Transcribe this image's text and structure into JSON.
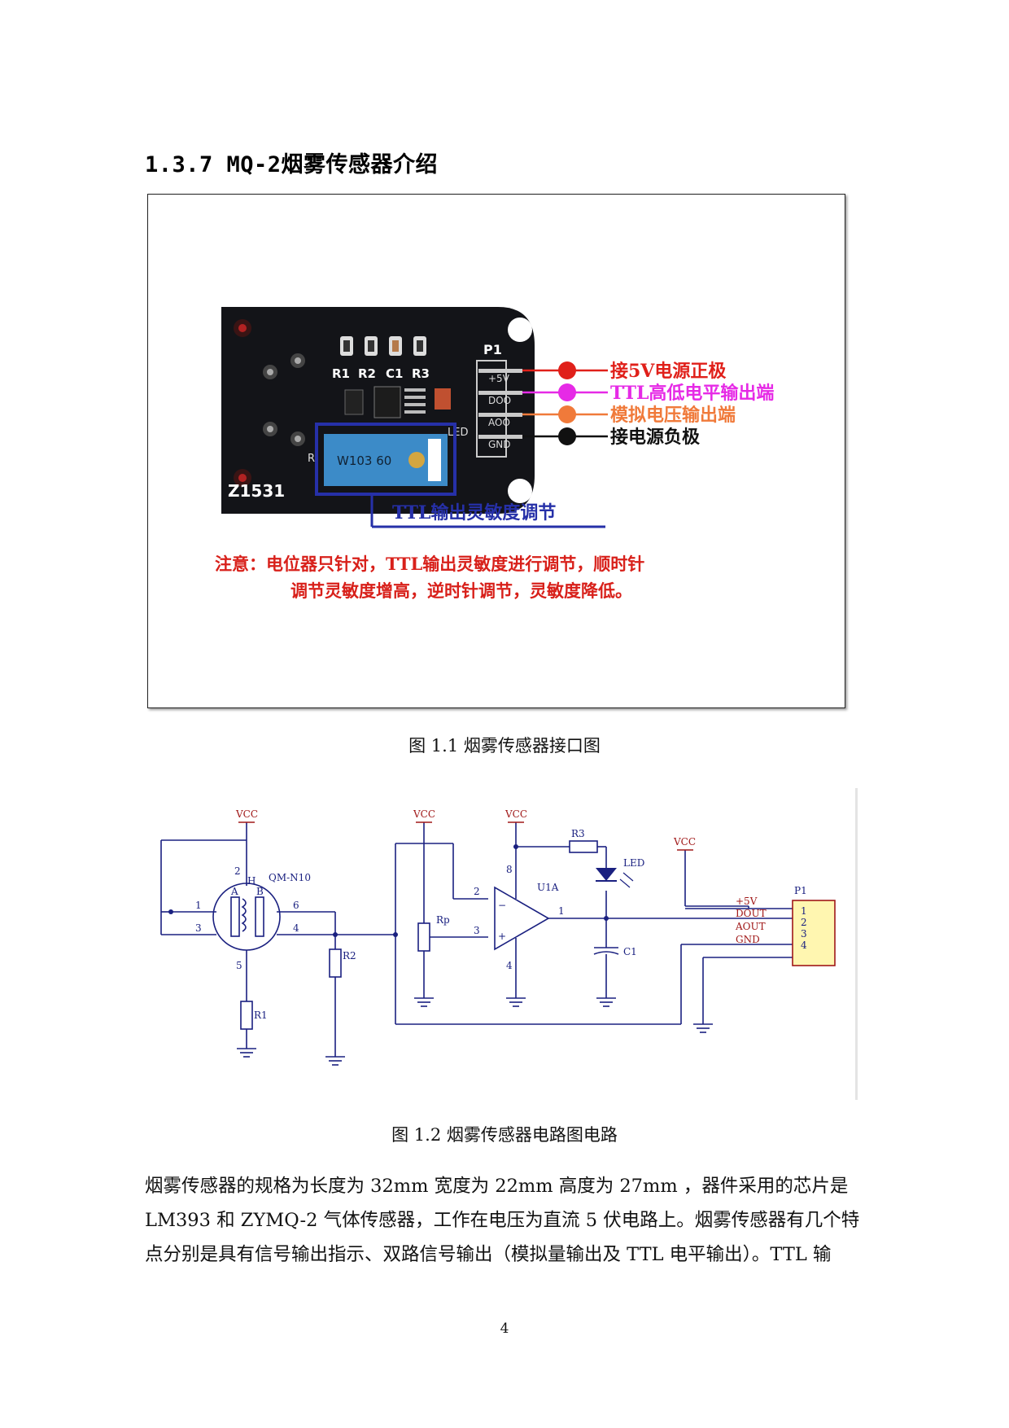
{
  "heading": "1.3.7 MQ-2烟雾传感器介绍",
  "figure1": {
    "board": {
      "component_labels": [
        "R1",
        "R2",
        "C1",
        "R3"
      ],
      "header_label": "P1",
      "pin_labels": [
        "+5V",
        "DOO",
        "AOO",
        "GND"
      ],
      "led_label": "LED",
      "pot_text": "W103  60",
      "board_marking": "Z1531",
      "pot_prefix": "R"
    },
    "callouts": [
      {
        "text": "接5V电源正极",
        "color": "#e0201a"
      },
      {
        "text": "TTL高低电平输出端",
        "color": "#e62ae6"
      },
      {
        "text": "模拟电压输出端",
        "color": "#f07a3a"
      },
      {
        "text": "接电源负极",
        "color": "#111111"
      }
    ],
    "pot_callout": "TTL输出灵敏度调节",
    "note_line1": "注意：电位器只针对，TTL输出灵敏度进行调节，顺时针",
    "note_line2": "调节灵敏度增高，逆时针调节，灵敏度降低。",
    "caption": "图 1.1 烟雾传感器接口图"
  },
  "figure2": {
    "vcc": "VCC",
    "sensor_label": "QM-N10",
    "sensor_pins": {
      "p1": "1",
      "p2": "2",
      "p3": "3",
      "p4": "4",
      "p5": "5",
      "p6": "6",
      "h": "H",
      "a": "A",
      "b": "B"
    },
    "r1": "R1",
    "r2": "R2",
    "r3": "R3",
    "rp": "Rp",
    "opamp": "U1A",
    "opamp_pins": {
      "in_minus": "2",
      "in_plus": "3",
      "out": "1",
      "vpos": "8",
      "gnd": "4"
    },
    "led": "LED",
    "c1": "C1",
    "header": "P1",
    "header_pins": [
      "1",
      "2",
      "3",
      "4"
    ],
    "net_labels": [
      "+5V",
      "DOUT",
      "AOUT",
      "GND"
    ],
    "caption": "图 1.2 烟雾传感器电路图电路"
  },
  "paragraph": [
    "烟雾传感器的规格为长度为 32mm 宽度为 22mm 高度为 27mm ，器件采用的芯片是",
    "LM393 和 ZYMQ-2 气体传感器，工作在电压为直流 5 伏电路上。烟雾传感器有几个特",
    "点分别是具有信号输出指示、双路信号输出（模拟量输出及 TTL 电平输出）。TTL 输"
  ],
  "page_number": "4",
  "colors": {
    "board": "#131418",
    "pot_box": "#2630a8",
    "note": "#d8201a",
    "wire": "#1a2080",
    "vcc": "#a01818",
    "header_fill": "#fff6b0"
  }
}
